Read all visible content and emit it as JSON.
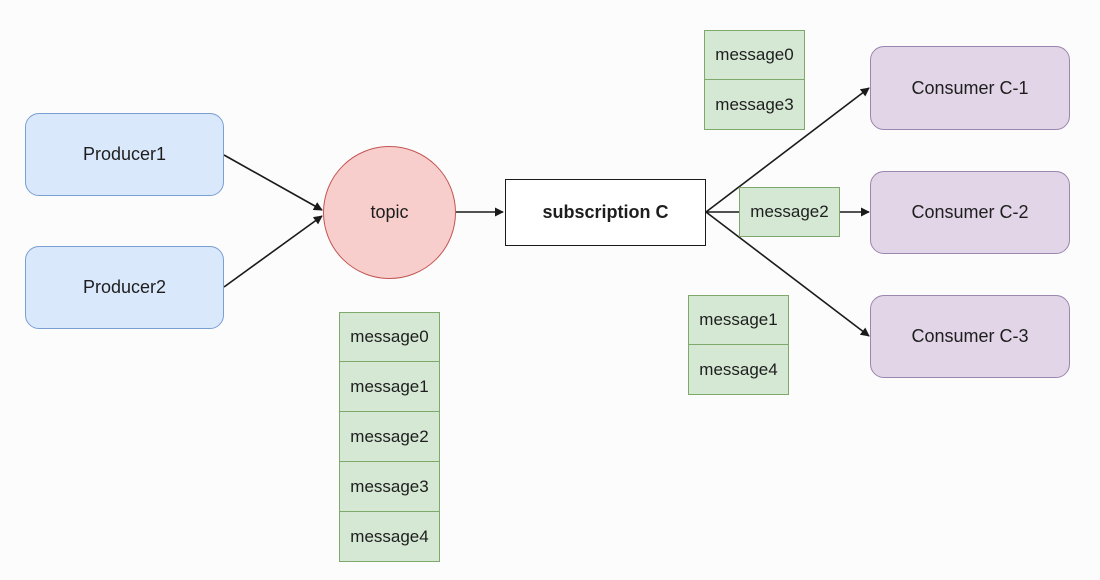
{
  "diagram": {
    "producers": [
      "Producer1",
      "Producer2"
    ],
    "topic": "topic",
    "subscription": "subscription C",
    "consumers": [
      "Consumer C-1",
      "Consumer C-2",
      "Consumer C-3"
    ],
    "topic_queue": [
      "message0",
      "message1",
      "message2",
      "message3",
      "message4"
    ],
    "consumer1_queue": [
      "message0",
      "message3"
    ],
    "consumer2_queue": [
      "message2"
    ],
    "consumer3_queue": [
      "message1",
      "message4"
    ]
  },
  "colors": {
    "producer_fill": "#dae8fc",
    "consumer_fill": "#e1d5e7",
    "topic_fill": "#f8cecc",
    "message_fill": "#d5e8d4"
  }
}
